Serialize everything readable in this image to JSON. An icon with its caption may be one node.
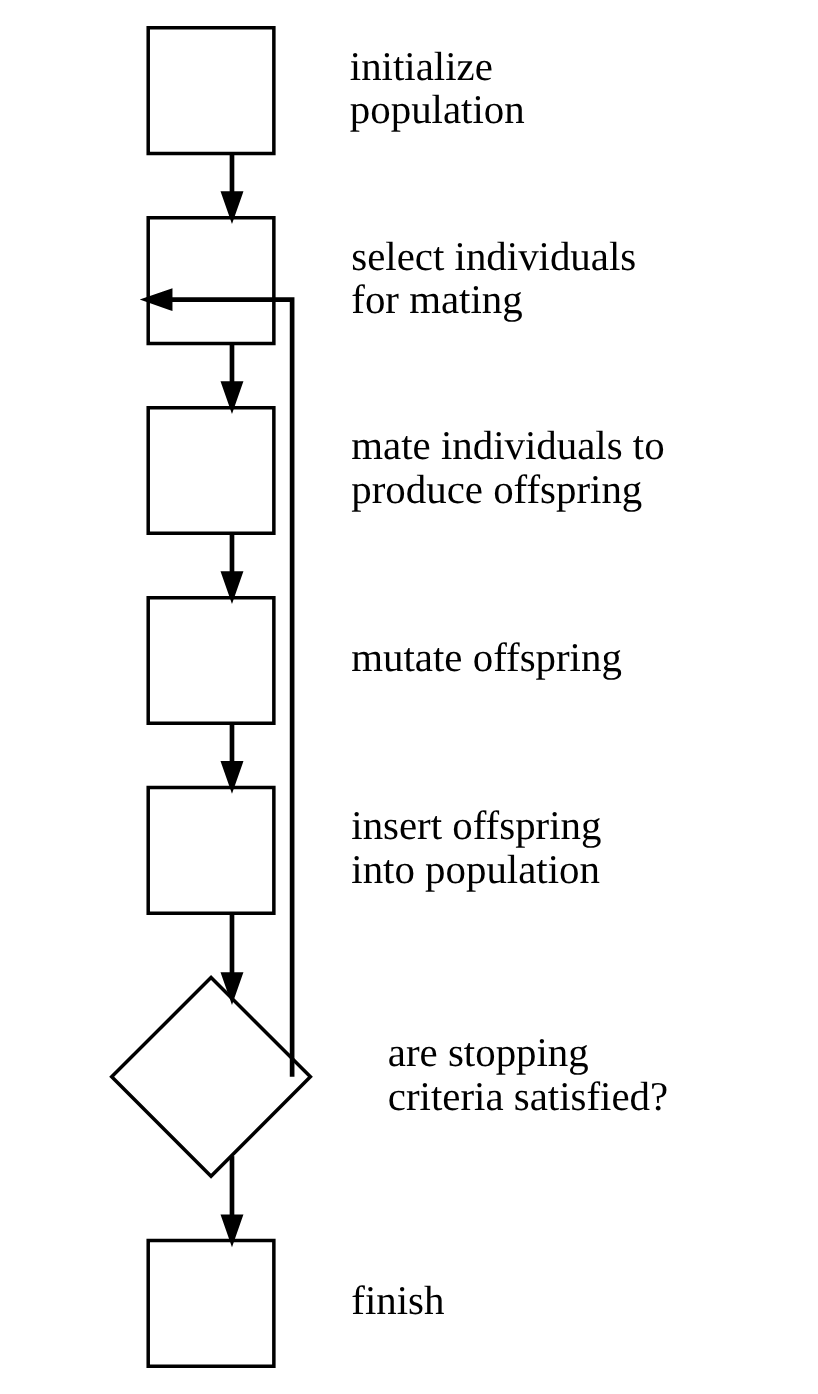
{
  "diagram": {
    "nodes": [
      {
        "text": [],
        "shape": "box",
        "beside": [
          "initialize population"
        ]
      },
      {
        "text": [],
        "shape": "box",
        "beside": [
          "select individuals for mating"
        ]
      },
      {
        "text": [],
        "shape": "box",
        "beside": [
          "mate individuals to produce offspring"
        ]
      },
      {
        "text": [],
        "shape": "box",
        "beside": [
          "mutate offspring"
        ]
      },
      {
        "text": [],
        "shape": "box",
        "beside": [
          "insert offspring into population"
        ]
      },
      {
        "text": [],
        "shape": "diamond",
        "beside": [
          "are stopping criteria satisfied?"
        ]
      },
      {
        "text": [],
        "shape": "box",
        "beside": [
          "finish"
        ]
      }
    ],
    "edges": [
      {
        "from": 0,
        "to": 1,
        "arrow": "to"
      },
      {
        "from": 1,
        "to": 2,
        "arrow": "to"
      },
      {
        "from": 2,
        "to": 3,
        "arrow": "to"
      },
      {
        "from": 3,
        "to": 4,
        "arrow": "to"
      },
      {
        "from": 4,
        "to": 5,
        "arrow": "to"
      },
      {
        "from": 5,
        "to": 1,
        "arrow": "to"
      },
      {
        "from": 5,
        "to": 6,
        "arrow": "to"
      }
    ]
  }
}
